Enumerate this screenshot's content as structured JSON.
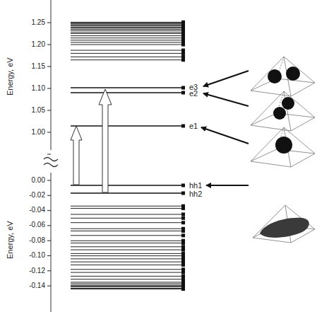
{
  "diagram": {
    "labels": [
      "1.25",
      "1.20",
      "1.15",
      "1.10",
      "1.05",
      "1.00",
      "Energy, eV",
      "e3",
      "e2",
      "e1",
      "0.00",
      "-0.02",
      "-0.04",
      "-0.06",
      "-0.08",
      "-0.10",
      "-0.12",
      "-0.14",
      "Energy, eV",
      "hh1",
      "hh2"
    ]
  }
}
